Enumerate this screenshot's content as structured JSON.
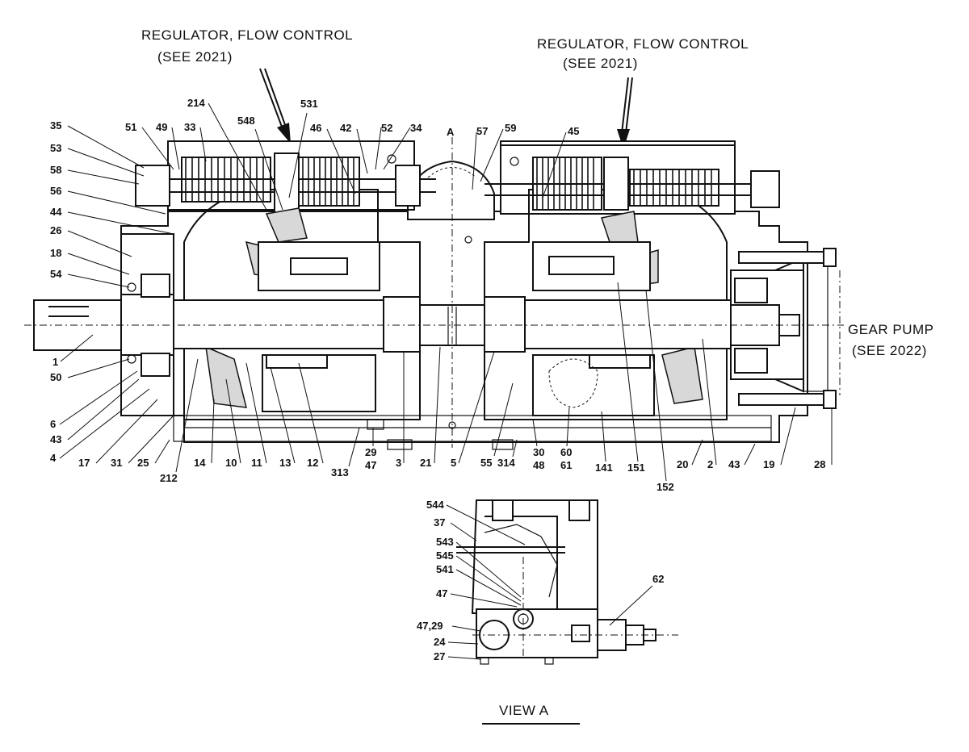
{
  "titles": {
    "regulator_left_line1": "REGULATOR, FLOW CONTROL",
    "regulator_left_line2": "(SEE 2021)",
    "regulator_right_line1": "REGULATOR, FLOW CONTROL",
    "regulator_right_line2": "(SEE 2021)",
    "gear_pump_line1": "GEAR PUMP",
    "gear_pump_line2": "(SEE 2022)",
    "view_a": "VIEW  A",
    "section_marker": "A"
  },
  "callouts_main": [
    "35",
    "53",
    "58",
    "56",
    "44",
    "26",
    "18",
    "54",
    "1",
    "50",
    "6",
    "43",
    "4",
    "17",
    "31",
    "25",
    "212",
    "14",
    "10",
    "11",
    "13",
    "12",
    "313",
    "29",
    "47",
    "3",
    "21",
    "5",
    "55",
    "314",
    "30",
    "48",
    "60",
    "61",
    "141",
    "151",
    "152",
    "20",
    "2",
    "43",
    "19",
    "28",
    "51",
    "49",
    "33",
    "214",
    "548",
    "531",
    "46",
    "42",
    "52",
    "34",
    "57",
    "59",
    "45"
  ],
  "callouts_view_a": [
    "544",
    "37",
    "543",
    "545",
    "541",
    "47",
    "47,29",
    "24",
    "27",
    "62"
  ]
}
